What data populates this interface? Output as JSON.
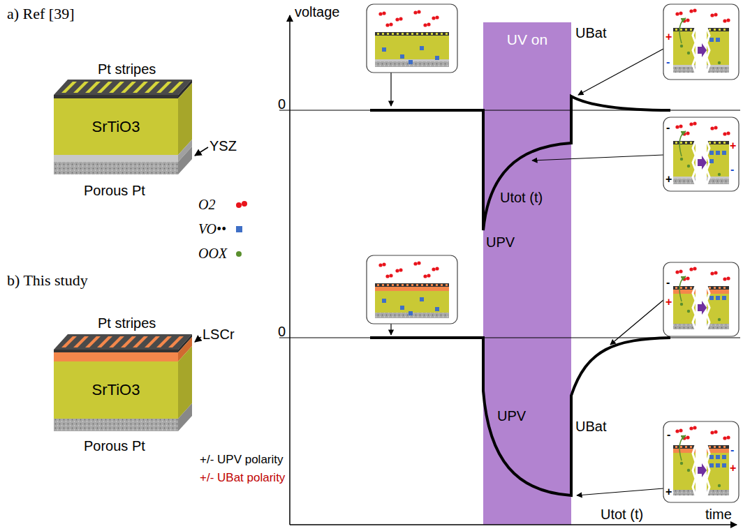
{
  "diagram": {
    "nodes": [
      {
        "text": [
          "SrTiO3"
        ]
      },
      {
        "text": [
          "SrTiO3"
        ]
      },
      {
        "text": [
          "UV on"
        ]
      }
    ],
    "labels": [
      "a) Ref [39]",
      "Pt stripes",
      "YSZ",
      "Porous Pt",
      "b) This study",
      "Pt stripes",
      "LSCr",
      "Porous Pt",
      "voltage",
      "0",
      "UBat",
      "UPV",
      "Utot (t)",
      "0",
      "UPV",
      "UBat",
      "Utot (t)",
      "time",
      "+/- UPV polarity",
      "+/- UBat polarity",
      "+",
      "-",
      "-",
      "+",
      "+",
      "-",
      "-",
      "+",
      "-",
      "+",
      "-",
      "+"
    ],
    "legend": [
      {
        "text": "O2",
        "color": "#e8141c"
      },
      {
        "text": "VO••",
        "color": "#3f6fc6"
      },
      {
        "text": "OOX",
        "color": "#5a8f2e"
      }
    ]
  }
}
